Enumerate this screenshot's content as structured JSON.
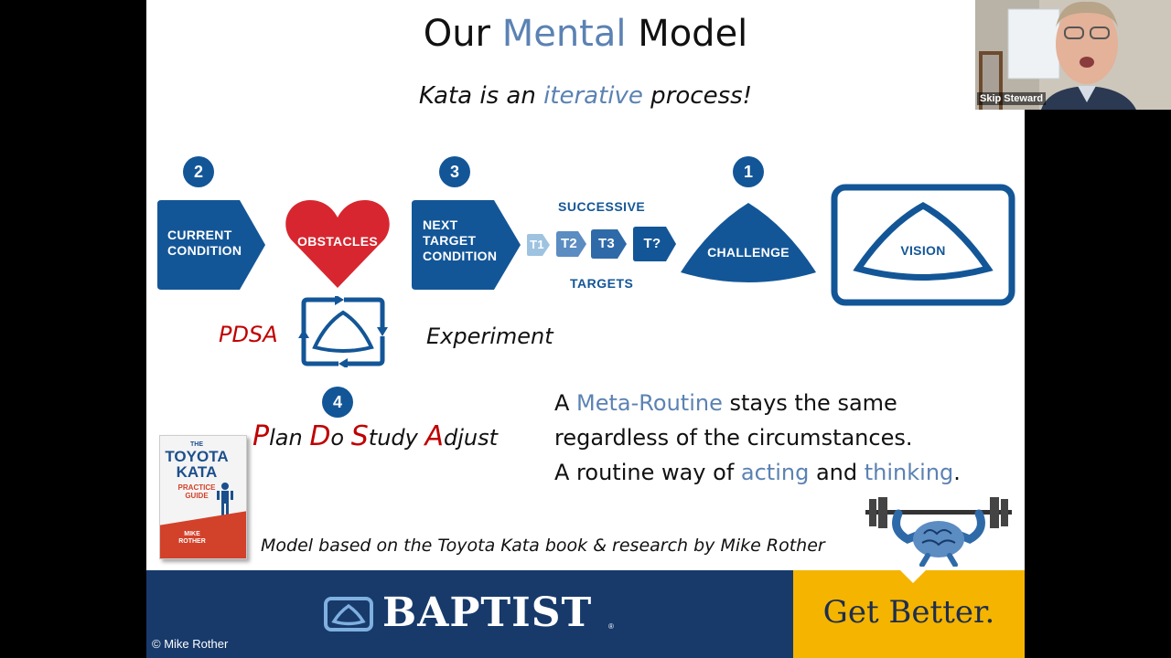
{
  "slide": {
    "title_before": "Our ",
    "title_accent": "Mental",
    "title_after": " Model",
    "subtitle_before": "Kata is an ",
    "subtitle_accent": "iterative",
    "subtitle_after": " process!"
  },
  "diagram": {
    "badges": {
      "current": "2",
      "target": "3",
      "challenge": "1",
      "pdsa": "4"
    },
    "current_condition": [
      "CURRENT",
      "CONDITION"
    ],
    "obstacles": "OBSTACLES",
    "next_target": [
      "NEXT",
      "TARGET",
      "CONDITION"
    ],
    "successive": "SUCCESSIVE",
    "targets": "TARGETS",
    "target_steps": [
      "T1",
      "T2",
      "T3",
      "T?"
    ],
    "challenge": "CHALLENGE",
    "vision": "VISION",
    "pdsa": "PDSA",
    "experiment": "Experiment",
    "plan_do_study_adjust": {
      "p": "P",
      "lan": "lan ",
      "d": "D",
      "o": "o ",
      "s": "S",
      "tudy": "tudy ",
      "a": "A",
      "djust": "djust"
    }
  },
  "meta": {
    "line1_before": "A ",
    "line1_accent": "Meta-Routine",
    "line1_after": " stays the same",
    "line2": "regardless of the circumstances.",
    "line3_before": "A routine way of ",
    "line3_accent1": "acting",
    "line3_mid": " and ",
    "line3_accent2": "thinking",
    "line3_after": "."
  },
  "book": {
    "the": "THE",
    "title1": "TOYOTA",
    "title2": "KATA",
    "guide1": "PRACTICE",
    "guide2": "GUIDE",
    "author1": "MIKE",
    "author2": "ROTHER"
  },
  "credit": "Model based on the Toyota Kata book & research by Mike Rother",
  "footer": {
    "brand": "BAPTIST",
    "tm": "®",
    "tagline": "Get Better.",
    "copyright": "© Mike Rother"
  },
  "webcam": {
    "participant_name": "Skip Steward"
  },
  "colors": {
    "navy": "#135697",
    "accent_blue": "#5b82b3",
    "red": "#c00000",
    "heart_red": "#d7262f",
    "footer_navy": "#173a6b",
    "footer_gold": "#f4b400"
  }
}
